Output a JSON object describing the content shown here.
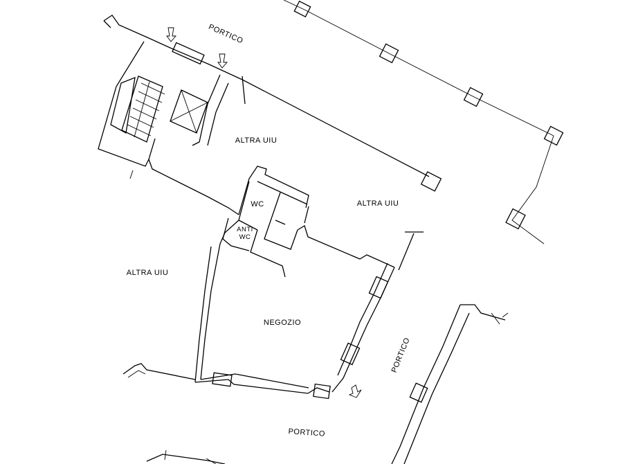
{
  "labels": {
    "portico_top": "PORTICO",
    "altra_uiu_upper": "ALTRA UIU",
    "altra_uiu_right": "ALTRA UIU",
    "altra_uiu_left": "ALTRA UIU",
    "wc": "WC",
    "anti_wc_line1": "ANTI",
    "anti_wc_line2": "WC",
    "negozio": "NEGOZIO",
    "portico_right": "PORTICO",
    "portico_bottom": "PORTICO"
  },
  "colors": {
    "line": "#000000",
    "background": "#ffffff"
  }
}
